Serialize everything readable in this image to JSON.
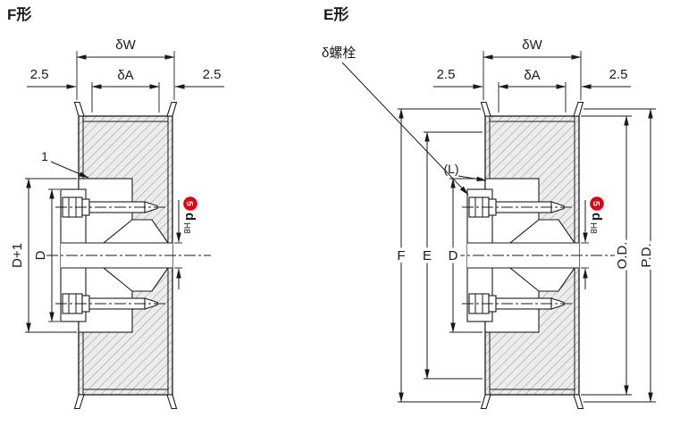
{
  "f": {
    "title": "F形",
    "width_overall": "δW",
    "width_between_flanges": "δA",
    "flange_offset_left": "2.5",
    "flange_offset_right": "2.5",
    "step_note": "1",
    "pocket_dia": "D+1",
    "hub_dia": "D",
    "bore": {
      "badge": "5",
      "letter": "d",
      "fit": "H8"
    }
  },
  "e": {
    "title": "E形",
    "bolt_note": "δ螺栓",
    "width_overall": "δW",
    "width_between_flanges": "δA",
    "flange_offset_left": "2.5",
    "flange_offset_right": "2.5",
    "hub_length": "(L)",
    "flange_dia": "F",
    "recess_dia": "E",
    "hub_dia": "D",
    "bore": {
      "badge": "5",
      "letter": "d",
      "fit": "H8"
    },
    "outer_dia": "O.D.",
    "pitch_dia": "P.D."
  },
  "colors": {
    "badge_red": "#e50012",
    "line": "#1a1a1a"
  }
}
